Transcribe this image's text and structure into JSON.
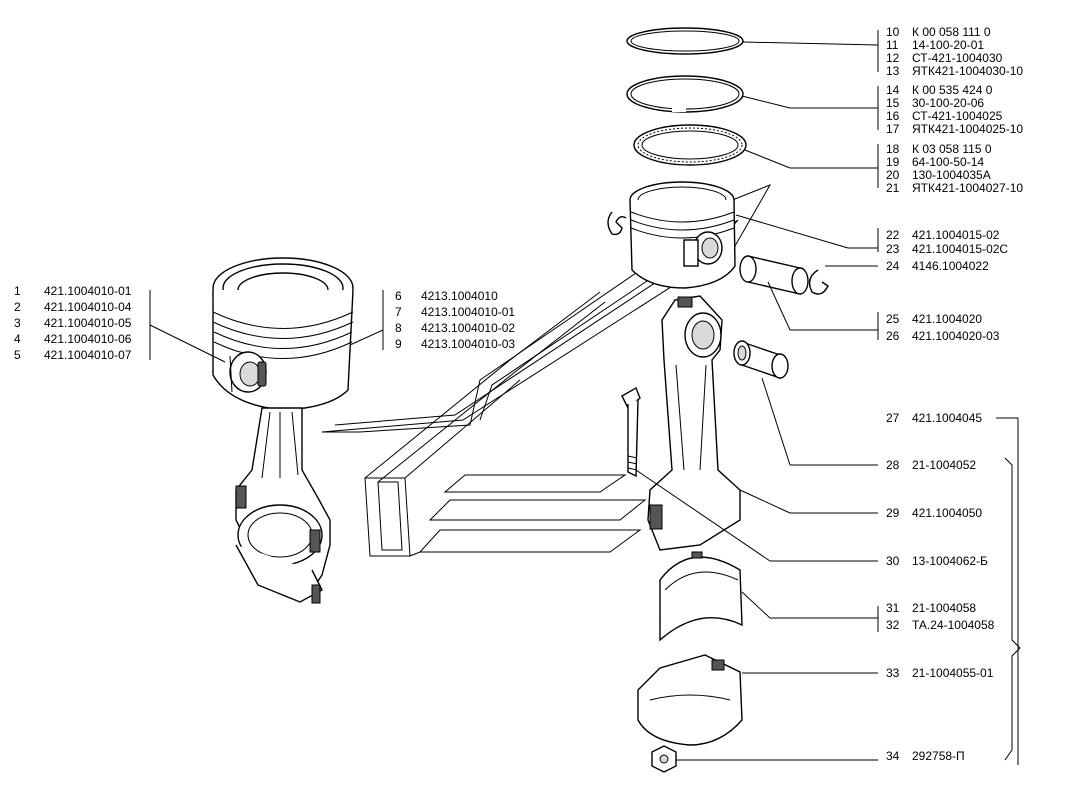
{
  "parts": [
    {
      "num": "1",
      "code": "421.1004010-01"
    },
    {
      "num": "2",
      "code": "421.1004010-04"
    },
    {
      "num": "3",
      "code": "421.1004010-05"
    },
    {
      "num": "4",
      "code": "421.1004010-06"
    },
    {
      "num": "5",
      "code": "421.1004010-07"
    },
    {
      "num": "6",
      "code": "4213.1004010"
    },
    {
      "num": "7",
      "code": "4213.1004010-01"
    },
    {
      "num": "8",
      "code": "4213.1004010-02"
    },
    {
      "num": "9",
      "code": "4213.1004010-03"
    },
    {
      "num": "10",
      "code": "К 00 058 111 0"
    },
    {
      "num": "11",
      "code": "14-100-20-01"
    },
    {
      "num": "12",
      "code": "СТ-421-1004030"
    },
    {
      "num": "13",
      "code": "ЯТК421-1004030-10"
    },
    {
      "num": "14",
      "code": "К 00 535 424 0"
    },
    {
      "num": "15",
      "code": "30-100-20-06"
    },
    {
      "num": "16",
      "code": "СТ-421-1004025"
    },
    {
      "num": "17",
      "code": "ЯТК421-1004025-10"
    },
    {
      "num": "18",
      "code": "К 03 058 115 0"
    },
    {
      "num": "19",
      "code": "64-100-50-14"
    },
    {
      "num": "20",
      "code": "130-1004035А"
    },
    {
      "num": "21",
      "code": "ЯТК421-1004027-10"
    },
    {
      "num": "22",
      "code": "421.1004015-02"
    },
    {
      "num": "23",
      "code": "421.1004015-02С"
    },
    {
      "num": "24",
      "code": "4146.1004022"
    },
    {
      "num": "25",
      "code": "421.1004020"
    },
    {
      "num": "26",
      "code": "421.1004020-03"
    },
    {
      "num": "27",
      "code": "421.1004045"
    },
    {
      "num": "28",
      "code": "21-1004052"
    },
    {
      "num": "29",
      "code": "421.1004050"
    },
    {
      "num": "30",
      "code": "13-1004062-Б"
    },
    {
      "num": "31",
      "code": "21-1004058"
    },
    {
      "num": "32",
      "code": "ТА.24-1004058"
    },
    {
      "num": "33",
      "code": "21-1004055-01"
    },
    {
      "num": "34",
      "code": "292758-П"
    }
  ]
}
